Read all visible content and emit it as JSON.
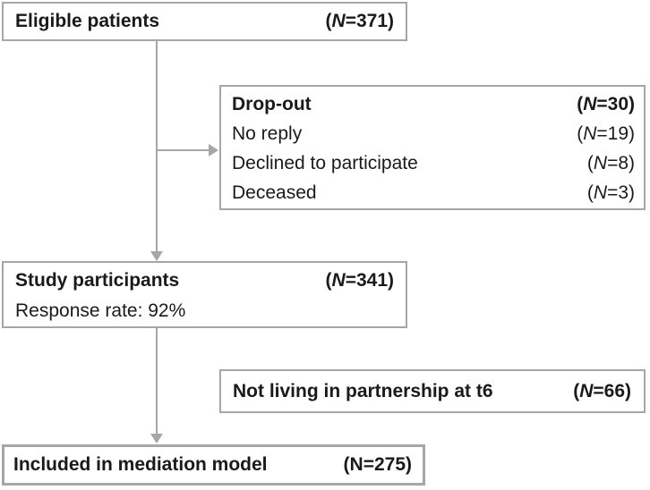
{
  "boxes": {
    "eligible": {
      "label": "Eligible patients",
      "count": {
        "open": "(",
        "sym": "N",
        "rest": "=371)"
      }
    },
    "dropout": {
      "rows": [
        {
          "label": "Drop-out",
          "count": {
            "open": "(",
            "sym": "N",
            "rest": "=30)"
          }
        },
        {
          "label": "No reply",
          "count": {
            "open": "(",
            "sym": "N",
            "rest": "=19)"
          }
        },
        {
          "label": "Declined to participate",
          "count": {
            "open": "(",
            "sym": "N",
            "rest": "=8)"
          }
        },
        {
          "label": "Deceased",
          "count": {
            "open": "(",
            "sym": "N",
            "rest": "=3)"
          }
        }
      ]
    },
    "participants": {
      "label": "Study participants",
      "count": {
        "open": "(",
        "sym": "N",
        "rest": "=341)"
      },
      "subtext": "Response rate: 92%"
    },
    "partnership": {
      "label": "Not living in partnership at t6",
      "count": {
        "open": "(",
        "sym": "N",
        "rest": "=66)"
      }
    },
    "included": {
      "label": "Included in mediation model",
      "count": {
        "open": "(",
        "sym": "N",
        "rest": "=275)"
      }
    }
  },
  "colors": {
    "box_border": "#a6a6a6",
    "connector": "#a6a6a6",
    "text": "#1a1a1a",
    "background": "#ffffff"
  }
}
